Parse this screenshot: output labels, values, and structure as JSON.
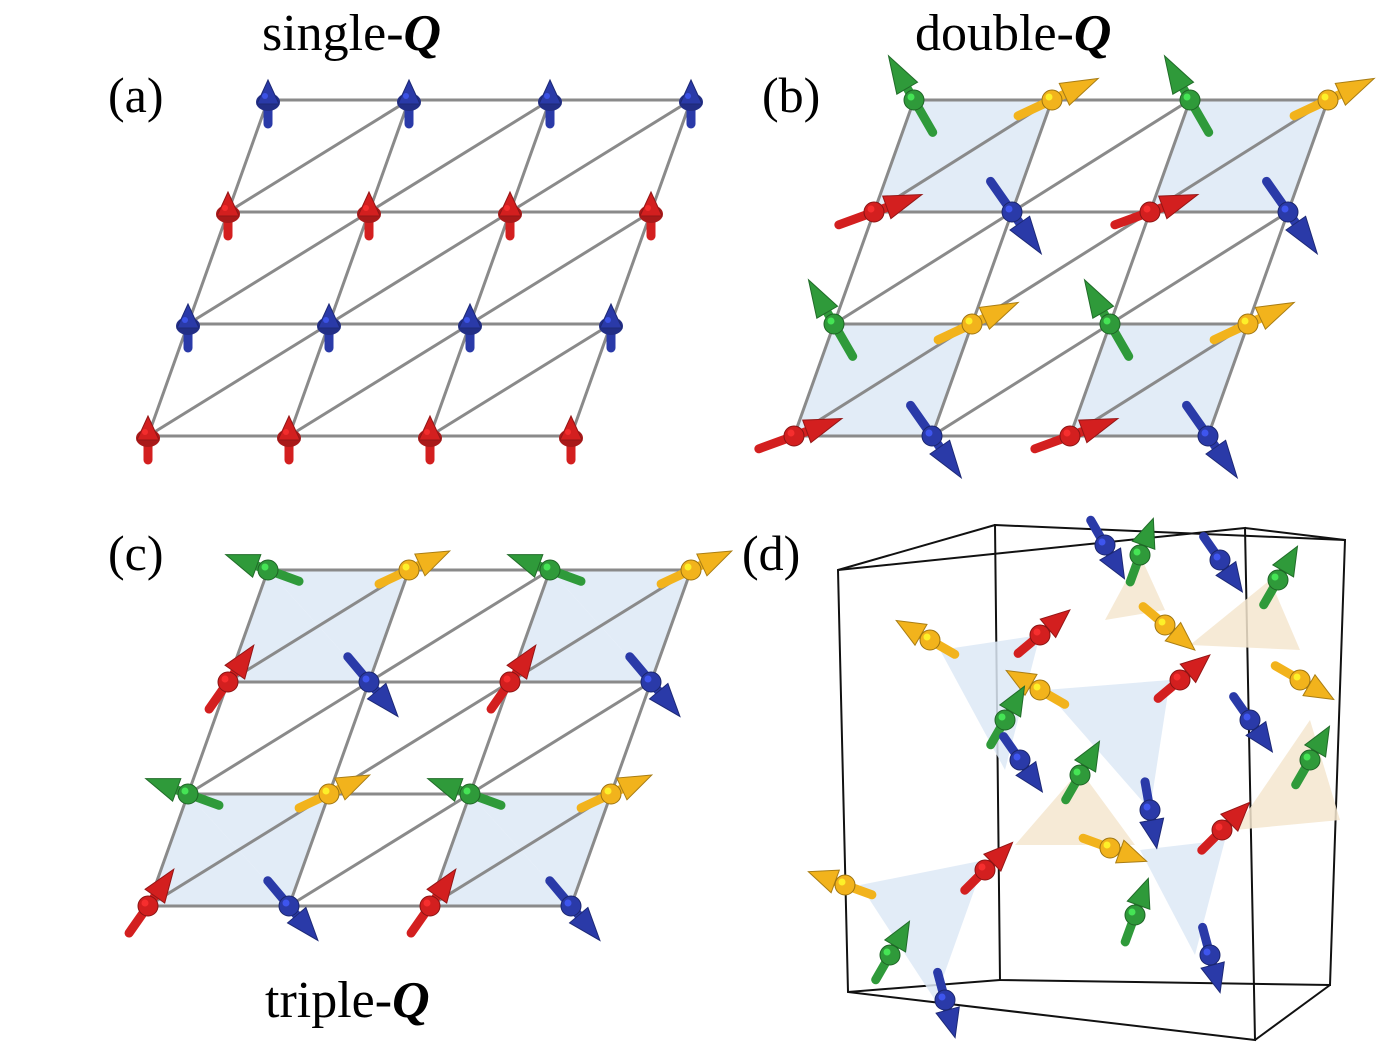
{
  "titles": {
    "a": {
      "prefix": "single-",
      "q": "Q"
    },
    "b": {
      "prefix": "double-",
      "q": "Q"
    },
    "c": {
      "prefix": "triple-",
      "q": "Q"
    }
  },
  "panels": {
    "a": {
      "label": "(a)",
      "ordering": "single-Q",
      "spin_colors": [
        "blue",
        "red"
      ]
    },
    "b": {
      "label": "(b)",
      "ordering": "double-Q",
      "spin_colors": [
        "green",
        "yellow",
        "red",
        "blue"
      ]
    },
    "c": {
      "label": "(c)",
      "ordering": "triple-Q",
      "spin_colors": [
        "green",
        "yellow",
        "red",
        "blue"
      ]
    },
    "d": {
      "label": "(d)",
      "ordering": "3D cubic tetrahedral",
      "spin_colors": [
        "green",
        "yellow",
        "red",
        "blue"
      ]
    }
  },
  "colors": {
    "red": "#d31f1f",
    "blue": "#2a3aa8",
    "green": "#2f9a3a",
    "yellow": "#f2b31c",
    "bond": "#8a8a8a",
    "plaquette": "#dde9f6",
    "plaquette_warm": "#f5e6cf",
    "cube_edge": "#111111"
  },
  "icons": {
    "spin": "arrow-icon",
    "site": "sphere-icon"
  }
}
